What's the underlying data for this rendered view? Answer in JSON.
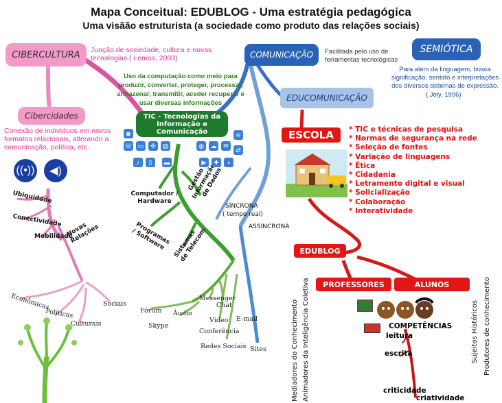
{
  "header": {
    "title": "Mapa Conceitual: EDUBLOG - Uma estratégia pedagógica",
    "subtitle": "Uma visãão estruturista (a sociedade como produto das relações sociais)"
  },
  "nodes": {
    "cibercultura": "CIBERCULTURA",
    "cibercultura_note": "Junção de sociedade, cultura e novas tecnologias  ( Lemos, 2003)",
    "ciberculture_usage_note": "Uso da computação como meio para produzir, converter, proteger, processar, armazenar, transmitir, aceder  recuperar e usar diversas informações",
    "cibercidades": "Cibercidades",
    "cibercidades_note": "Conexão de indivíduos em novos formatos relacionais, alterando a comunicação, política, etc.",
    "comunicacao": "COMUNICAÇÃO",
    "comunicacao_note": "Facilitada pelo uso de ferramentas tecnológicas",
    "semiotica": "SEMIÓTICA",
    "semiotica_note": "Para além da linguagem, busca significação, sentido e interpretações dos diversos sistemas de expressão.",
    "semiotica_cite": "( Joly, 1996)",
    "educomunicacao": "EDUCOMUNICAÇÃO",
    "tic": "TIC - Tecnologias da Informação e Comunicação",
    "escola": "ESCOLA",
    "edublog": "EDUBLOG",
    "professores": "PROFESSORES",
    "alunos": "ALUNOS",
    "competencias": "COMPETÊNCIAS"
  },
  "escola_items": [
    "* TIC e técnicas de pesquisa",
    "* Normas de segurança na rede",
    "* Seleção de fontes",
    "* Variação de linguagens",
    "* Ética",
    "* Cidadania",
    "* Letramento digital e visual",
    "* Solicialização",
    "* Colaboração",
    "* Interatividade"
  ],
  "cibercidades_branches": {
    "ubiquidade": "Ubiquidade",
    "conectividade": "Conectividade",
    "mobilidade": "Mobilidade",
    "novas_relacoes": "Novas Relações",
    "economicas": "Econômicas",
    "politicas": "Políticas",
    "culturais": "Culturais",
    "sociais": "Sociais"
  },
  "tic_branches": {
    "computador": "Computador / Hardware",
    "gestao": "Gestão de Informação e de Dados",
    "programas": "Programas / Software",
    "sistemas": "Sistemas de Telecom"
  },
  "comm_branches": {
    "sincrona": "SÍNCRONA",
    "tempo_real": "( tempo real)",
    "assincrona": "ASSÍNCRONA",
    "messenger": "Messenger",
    "chat": "Chat",
    "forum": "Fórum",
    "audio": "Áudio",
    "skype": "Skype",
    "video": "Vídeo",
    "conferencia": "Conferência",
    "email": "E-mail",
    "redes": "Redes Sociais",
    "sites": "Sites"
  },
  "vertical_labels": {
    "mediadores": "Mediadores do Conhecimento",
    "animadores": "Animadores da Inteligência Coletiva",
    "sujeitos": "Sujeitos Históricos",
    "produtores": "Produtores de conhecimento"
  },
  "competencias_items": {
    "leitura": "leitura",
    "escrita": "escrita",
    "criticidade": "criticidade",
    "criatividade": "criatividade"
  },
  "colors": {
    "pink": "#f49ac9",
    "pink_text": "#e0359a",
    "blue": "#2a62b8",
    "green": "#2e8b24",
    "red": "#e31616",
    "light_blue_branch": "#6fa0d8"
  }
}
